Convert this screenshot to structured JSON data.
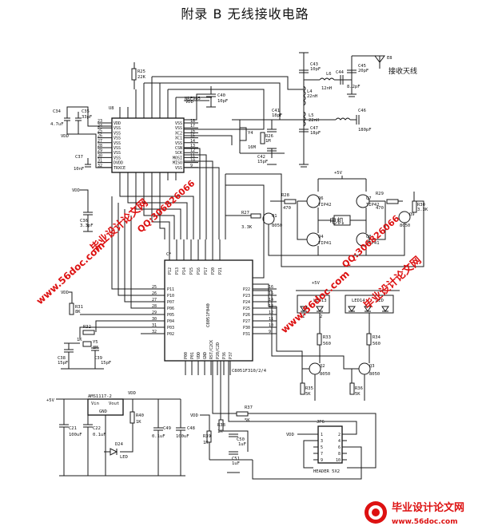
{
  "title": "附录 B 无线接收电路",
  "ics": {
    "nrf": "NRF905",
    "nrf_ref": "U8",
    "mcu": "C8051F040",
    "mcu_ref": "C8051F310/2/4",
    "ldo": "AMS1117-2",
    "ldo_vin": "Vin",
    "ldo_vout": "Vout",
    "ldo_gnd": "GND",
    "header": "HEADER 5X2",
    "header_ref": "JP6"
  },
  "labels": {
    "antenna": "接收天线",
    "antenna_ref": "E8",
    "motor": "电机",
    "vdd": "VDD",
    "plus5v": "+5V"
  },
  "components": [
    {
      "ref": "C34",
      "value": "4.7uF"
    },
    {
      "ref": "C35",
      "value": "33pF"
    },
    {
      "ref": "R25",
      "value": "22K"
    },
    {
      "ref": "C40",
      "value": "10pF"
    },
    {
      "ref": "C43",
      "value": "10pF"
    },
    {
      "ref": "L6",
      "value": "12nH"
    },
    {
      "ref": "C44",
      "value": "8.2pF"
    },
    {
      "ref": "C45",
      "value": "20pF"
    },
    {
      "ref": "L4",
      "value": "22nH"
    },
    {
      "ref": "C41",
      "value": "18pF"
    },
    {
      "ref": "Y4",
      "value": "16M"
    },
    {
      "ref": "R26",
      "value": "1M"
    },
    {
      "ref": "C42",
      "value": "15pF"
    },
    {
      "ref": "L5",
      "value": "22nH"
    },
    {
      "ref": "C46",
      "value": "180pF"
    },
    {
      "ref": "C47",
      "value": "18pF"
    },
    {
      "ref": "C37",
      "value": "10nF"
    },
    {
      "ref": "C36",
      "value": "3.3pF"
    },
    {
      "ref": "R31",
      "value": "8K"
    },
    {
      "ref": "R32",
      "value": "1K"
    },
    {
      "ref": "Y5",
      "value": "8M"
    },
    {
      "ref": "C38",
      "value": "15pF"
    },
    {
      "ref": "C39",
      "value": "15pF"
    },
    {
      "ref": "R27",
      "value": "3.3K"
    },
    {
      "ref": "R28",
      "value": "470"
    },
    {
      "ref": "Q1",
      "value": "8050"
    },
    {
      "ref": "Q6",
      "value": "TIP42"
    },
    {
      "ref": "Q4",
      "value": "TIP41"
    },
    {
      "ref": "Q7",
      "value": "TIP42"
    },
    {
      "ref": "Q8",
      "value": "TIP41"
    },
    {
      "ref": "R29",
      "value": "470"
    },
    {
      "ref": "R30",
      "value": "3.3K"
    },
    {
      "ref": "Q9",
      "value": "8050"
    },
    {
      "ref": "LED13",
      "value": ""
    },
    {
      "ref": "LED14",
      "value": ""
    },
    {
      "ref": "R33",
      "value": "560"
    },
    {
      "ref": "R34",
      "value": "560"
    },
    {
      "ref": "Q2",
      "value": "8050"
    },
    {
      "ref": "Q3",
      "value": "8050"
    },
    {
      "ref": "R35",
      "value": "5K"
    },
    {
      "ref": "R36",
      "value": "5K"
    },
    {
      "ref": "C21",
      "value": "100uF"
    },
    {
      "ref": "C22",
      "value": "0.1uF"
    },
    {
      "ref": "R40",
      "value": "1K"
    },
    {
      "ref": "C49",
      "value": "0.1uF"
    },
    {
      "ref": "C48",
      "value": "100uF"
    },
    {
      "ref": "D24",
      "value": "LED"
    },
    {
      "ref": "R37",
      "value": "5K"
    },
    {
      "ref": "R38",
      "value": "1K"
    },
    {
      "ref": "R39",
      "value": "1K"
    },
    {
      "ref": "C50",
      "value": "1uF"
    },
    {
      "ref": "C51",
      "value": "1uF"
    }
  ],
  "nrf_left_pins": [
    {
      "num": "23",
      "name": "VDD"
    },
    {
      "num": "24",
      "name": "VSS"
    },
    {
      "num": "25",
      "name": "VSS"
    },
    {
      "num": "26",
      "name": "VSS"
    },
    {
      "num": "27",
      "name": "VSS"
    },
    {
      "num": "28",
      "name": "VSS"
    },
    {
      "num": "29",
      "name": "VSS"
    },
    {
      "num": "30",
      "name": "VSS"
    },
    {
      "num": "31",
      "name": "DVDD"
    },
    {
      "num": "32",
      "name": "TRXCE"
    }
  ],
  "nrf_right_pins": [
    {
      "num": "18",
      "name": "VSS"
    },
    {
      "num": "17",
      "name": "VSS"
    },
    {
      "num": "16",
      "name": "XC2"
    },
    {
      "num": "15",
      "name": "XC1"
    },
    {
      "num": "14",
      "name": "VSS"
    },
    {
      "num": "13",
      "name": "CSN"
    },
    {
      "num": "12",
      "name": "SCK"
    },
    {
      "num": "11",
      "name": "MOSI"
    },
    {
      "num": "10",
      "name": "MISO"
    },
    {
      "num": "9",
      "name": "VSS"
    }
  ],
  "mcu_left_pins": [
    {
      "num": "25",
      "name": "P11"
    },
    {
      "num": "26",
      "name": "P10"
    },
    {
      "num": "27",
      "name": "P07"
    },
    {
      "num": "28",
      "name": "P06"
    },
    {
      "num": "29",
      "name": "P05"
    },
    {
      "num": "30",
      "name": "P04"
    },
    {
      "num": "31",
      "name": "P03"
    },
    {
      "num": "32",
      "name": "P02"
    }
  ],
  "mcu_right_pins": [
    {
      "num": "16",
      "name": "P22"
    },
    {
      "num": "15",
      "name": "P23"
    },
    {
      "num": "14",
      "name": "P24"
    },
    {
      "num": "13",
      "name": "P25"
    },
    {
      "num": "12",
      "name": "P26"
    },
    {
      "num": "11",
      "name": "P27"
    },
    {
      "num": "10",
      "name": "P30"
    },
    {
      "num": "9",
      "name": "P31"
    }
  ],
  "mcu_top_pins": [
    "P12",
    "P13",
    "P14",
    "P15",
    "P16",
    "P17",
    "P20",
    "P21"
  ],
  "mcu_bottom_pins": [
    "P00",
    "P01",
    "VDD",
    "GND",
    "RST/C2CK",
    "P20/C2D",
    "P36",
    "P37"
  ],
  "header_pins": [
    {
      "l": "1",
      "r": "2"
    },
    {
      "l": "3",
      "r": "4"
    },
    {
      "l": "5",
      "r": "6"
    },
    {
      "l": "7",
      "r": "8"
    },
    {
      "l": "9",
      "r": "10"
    }
  ],
  "watermarks": {
    "site_name": "毕业设计论文网",
    "qq": "QQ:306826066",
    "url": "www.56doc.com",
    "footer_name": "毕业设计论文网",
    "footer_url": "www.56doc.com"
  }
}
